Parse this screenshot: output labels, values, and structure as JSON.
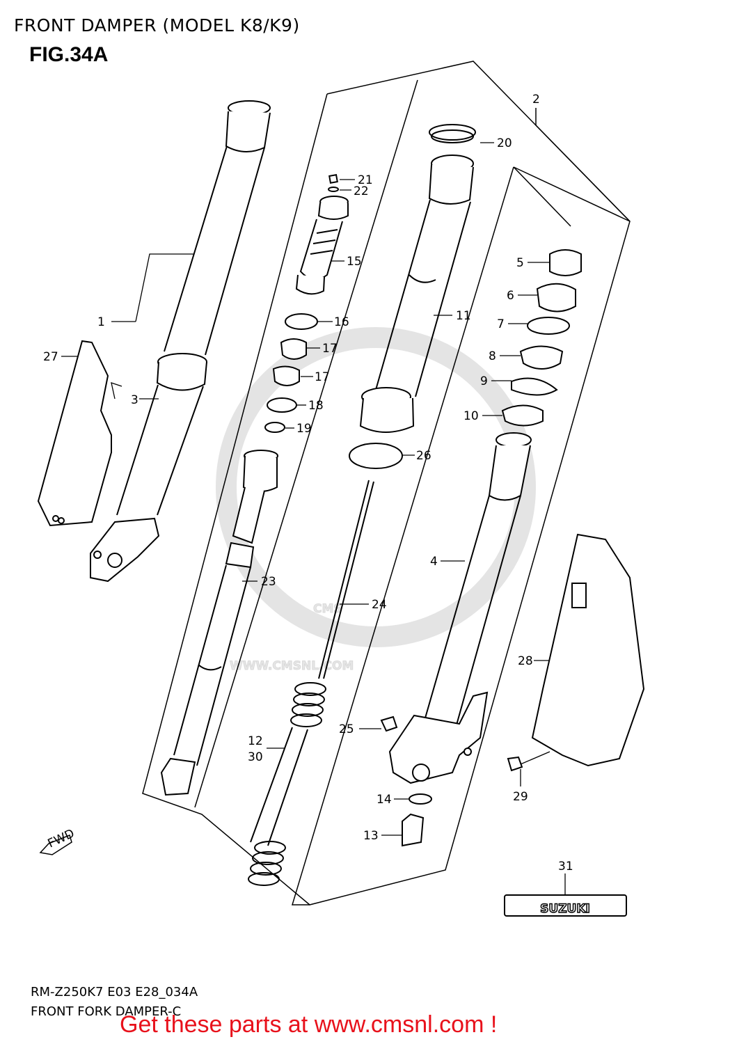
{
  "header": {
    "title": "FRONT DAMPER (MODEL K8/K9)",
    "figure": "FIG.34A"
  },
  "footer": {
    "code": "RM-Z250K7 E03 E28_034A",
    "description": "FRONT FORK DAMPER-C",
    "link": "Get these parts at www.cmsnl.com !"
  },
  "watermark": {
    "brand": "CMS",
    "url": "WWW.CMSNL.COM"
  },
  "diagram": {
    "direction_marker": "FWD",
    "emblem_text": "SUZUKI",
    "callouts": {
      "c1": "1",
      "c2": "2",
      "c3": "3",
      "c4": "4",
      "c5": "5",
      "c6": "6",
      "c7": "7",
      "c8": "8",
      "c9": "9",
      "c10": "10",
      "c11": "11",
      "c12": "12",
      "c13": "13",
      "c14": "14",
      "c15": "15",
      "c16": "16",
      "c17a": "17",
      "c17b": "17",
      "c18": "18",
      "c19": "19",
      "c20": "20",
      "c21": "21",
      "c22": "22",
      "c23": "23",
      "c24": "24",
      "c25": "25",
      "c26": "26",
      "c27": "27",
      "c28": "28",
      "c29": "29",
      "c30": "30",
      "c31": "31"
    }
  },
  "colors": {
    "line": "#000000",
    "link": "#e8111b",
    "watermark": "#e6e6e6"
  }
}
